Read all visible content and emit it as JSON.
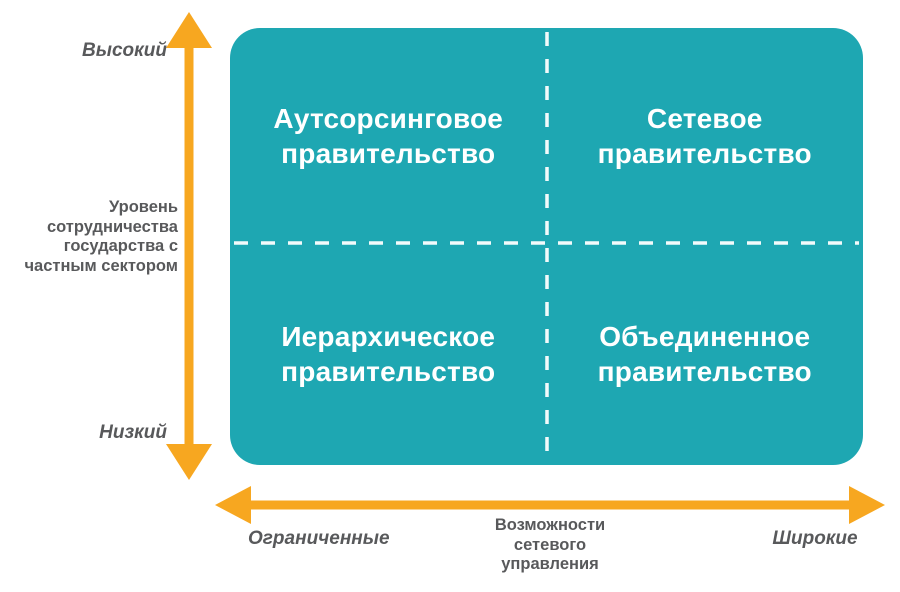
{
  "diagram": {
    "type": "quadrant-matrix",
    "quadrants": {
      "top_left": "Аутсорсинговое\nправительство",
      "top_right": "Сетевое\nправительство",
      "bottom_left": "Иерархическое\nправительство",
      "bottom_right": "Объединенное\nправительство"
    },
    "y_axis": {
      "high_label": "Высокий",
      "low_label": "Низкий",
      "title": "Уровень\nсотрудничества\nгосударства с\nчастным сектором"
    },
    "x_axis": {
      "left_label": "Ограниченные",
      "right_label": "Широкие",
      "title": "Возможности\nсетевого\nуправления"
    },
    "colors": {
      "box_teal": "#1EA7B2",
      "arrow_orange": "#F7A720",
      "axis_text_gray": "#58595B",
      "quadrant_text": "#FFFFFF",
      "divider_dashed": "#FFFFFF",
      "background": "#FFFFFF"
    }
  }
}
